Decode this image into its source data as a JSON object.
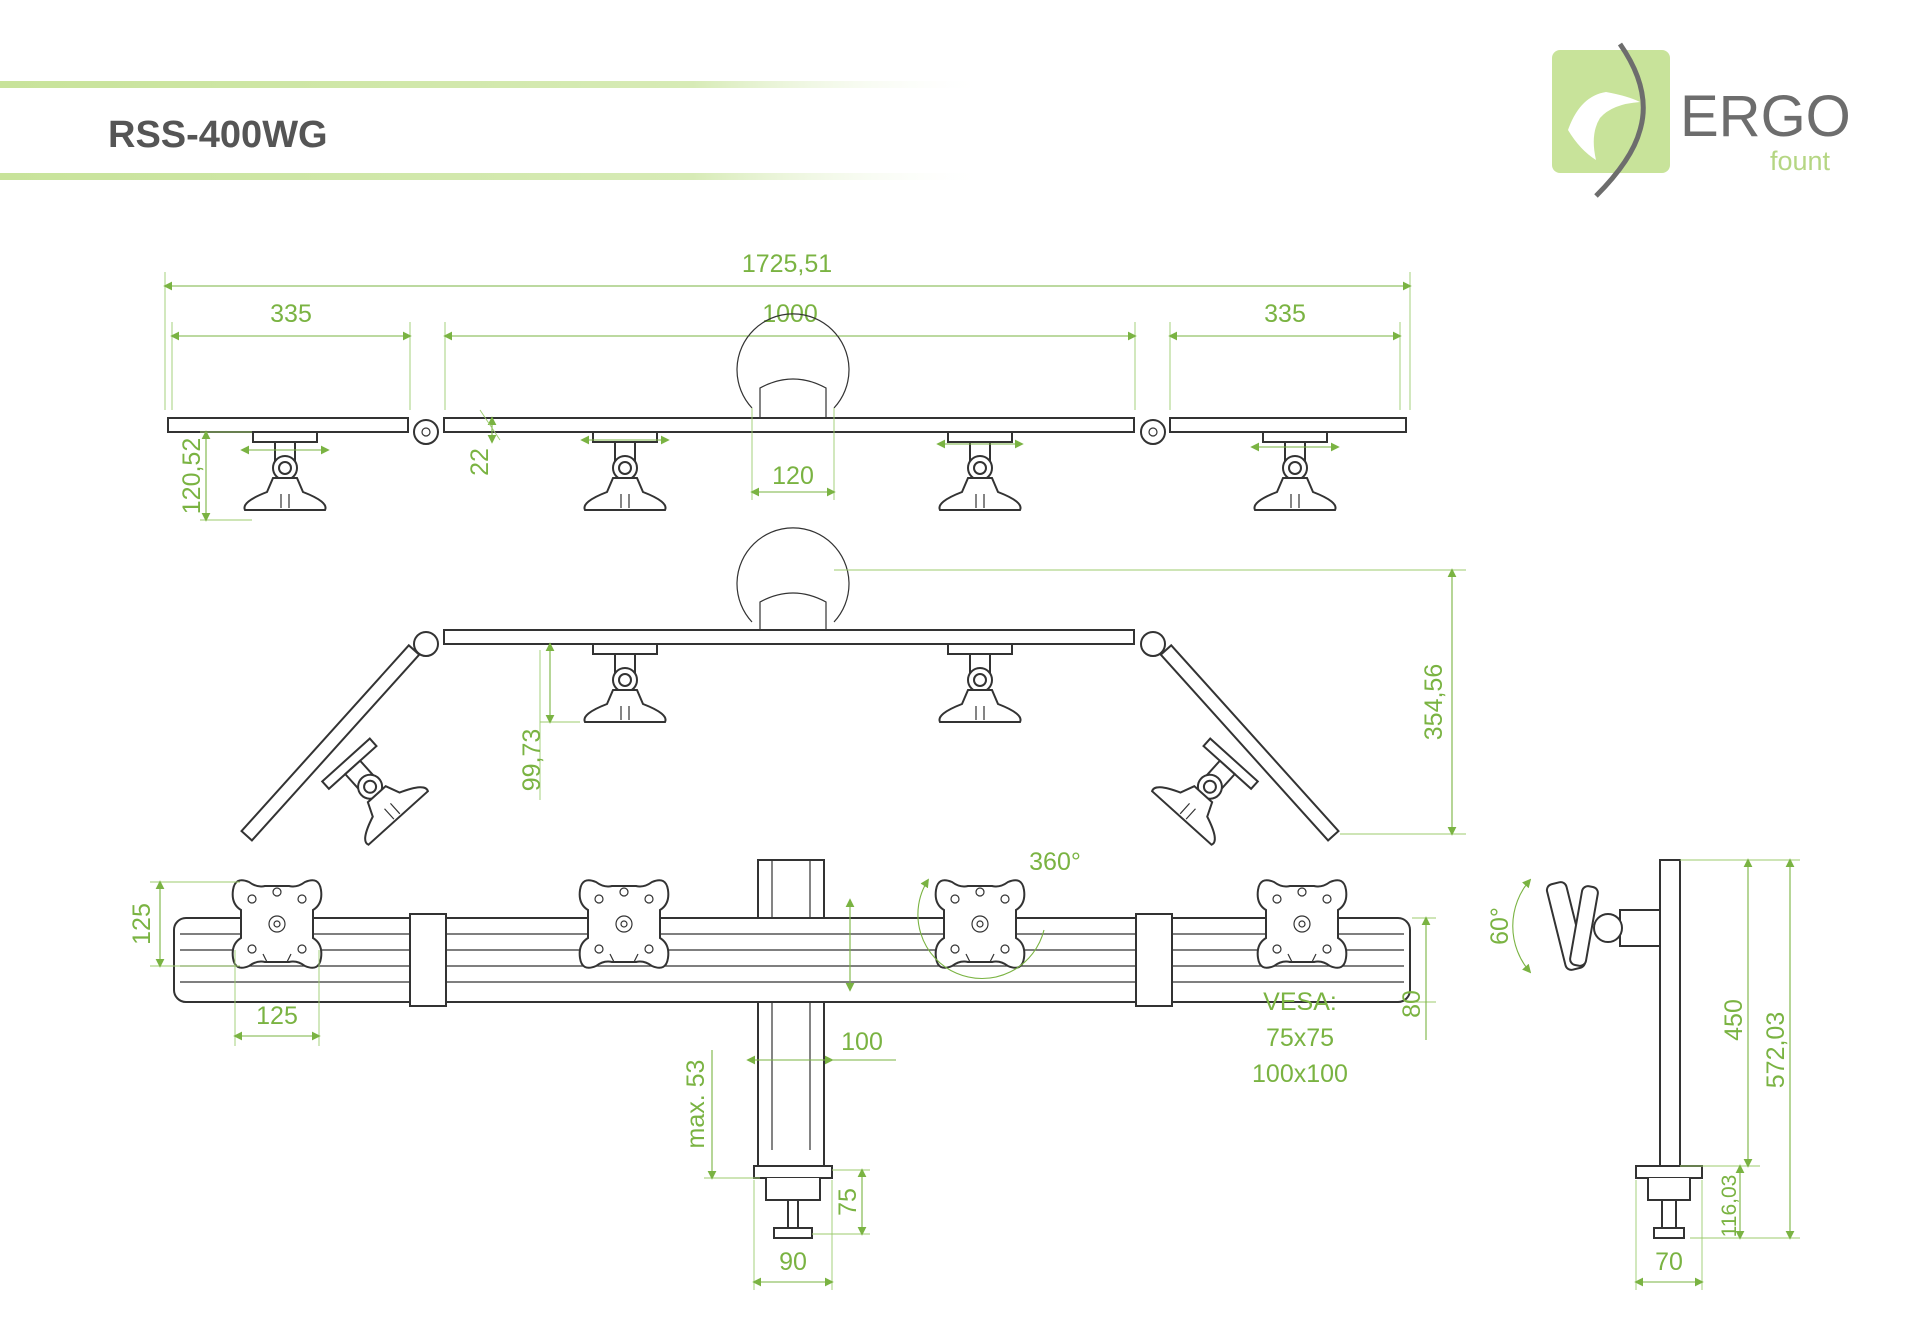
{
  "header": {
    "title": "RSS-400WG"
  },
  "brand": {
    "name": "ERGO",
    "sub": "fount",
    "accent": "#c8e39a",
    "text_color": "#6d6d6d"
  },
  "colors": {
    "dimension": "#7ab342",
    "drawing": "#333333"
  },
  "top_view": {
    "overall": "1725,51",
    "left_span": "335",
    "center_span": "1000",
    "right_span": "335",
    "mount_height": "120,52",
    "offset": "22",
    "pole": "120"
  },
  "angled_view": {
    "depth": "354,56",
    "mount_height": "99,73"
  },
  "front_view": {
    "vesa_h": "125",
    "vesa_w": "125",
    "rotation": "360°",
    "pole_width": "100",
    "bar_height": "80",
    "vesa_title": "VESA:",
    "vesa_sizes": [
      "75x75",
      "100x100"
    ],
    "clamp_max": "max. 53",
    "clamp_h": "75",
    "clamp_w": "90"
  },
  "side_view": {
    "tilt": "60°",
    "pole_h": "450",
    "total_h": "572,03",
    "clamp_h": "116,03",
    "clamp_w": "70"
  }
}
